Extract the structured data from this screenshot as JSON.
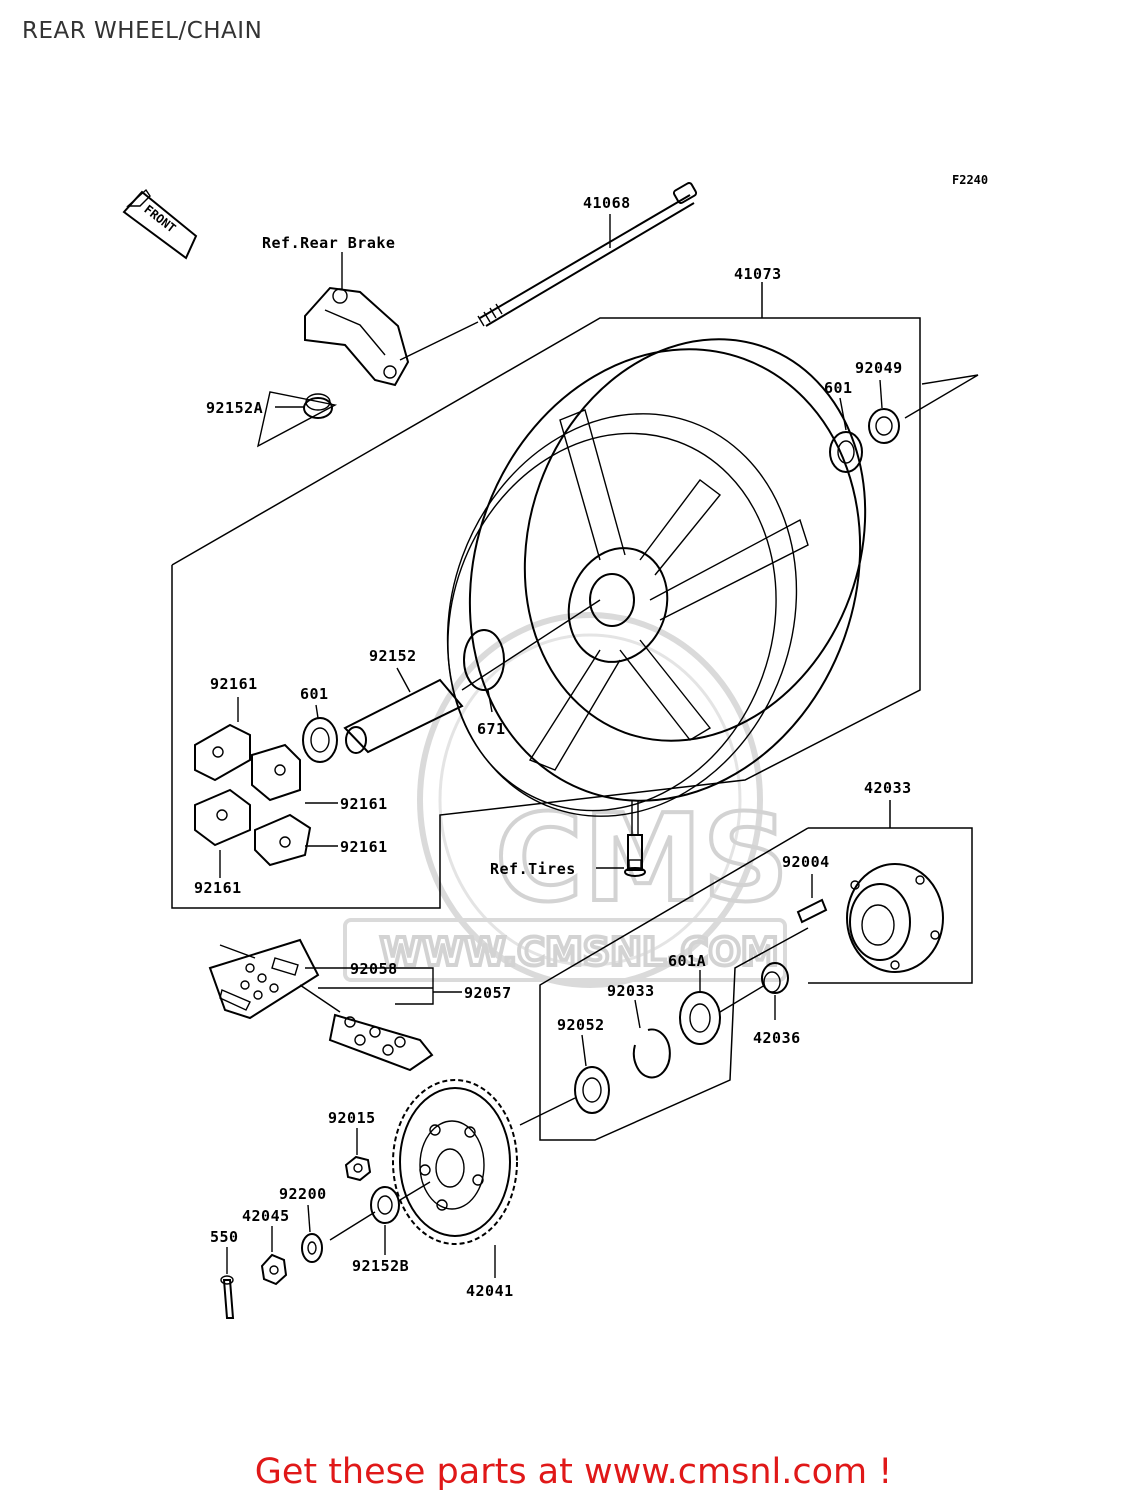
{
  "page": {
    "title": "REAR WHEEL/CHAIN",
    "footer_link": "Get these parts at www.cmsnl.com !",
    "accent_color": "#e01818"
  },
  "diagram": {
    "figure_code": "F2240",
    "front_arrow_label": "FRONT",
    "watermark": {
      "brand": "CMS",
      "url": "WWW.CMSNL.COM",
      "icon": "cms-logo-watermark"
    },
    "reference_labels": {
      "rear_brake": "Ref.Rear Brake",
      "tires": "Ref.Tires"
    },
    "callouts": {
      "c41068": "41068",
      "c41073": "41073",
      "c92049": "92049",
      "c601_top": "601",
      "c92152A": "92152A",
      "c92152": "92152",
      "c92161_a": "92161",
      "c601_mid": "601",
      "c671": "671",
      "c92161_b": "92161",
      "c92161_c": "92161",
      "c92161_d": "92161",
      "c42033": "42033",
      "c92004": "92004",
      "c92058": "92058",
      "c92057": "92057",
      "c601A": "601A",
      "c92033": "92033",
      "c92052": "92052",
      "c42036": "42036",
      "c92015": "92015",
      "c92200": "92200",
      "c42045": "42045",
      "c550": "550",
      "c92152B": "92152B",
      "c42041": "42041"
    }
  }
}
